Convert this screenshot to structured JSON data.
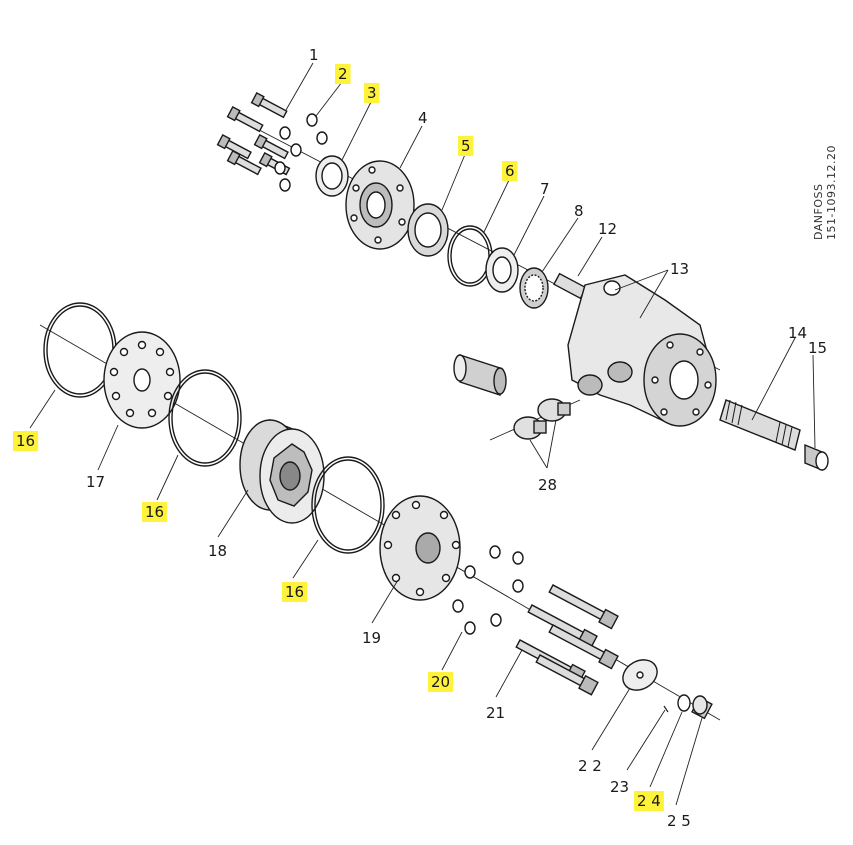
{
  "reference": {
    "brand": "DANFOSS",
    "code": "151-1093.12.20"
  },
  "highlight_color": "#fff23a",
  "callouts": [
    {
      "id": "1",
      "text": "1",
      "highlighted": false
    },
    {
      "id": "2",
      "text": "2",
      "highlighted": true
    },
    {
      "id": "3",
      "text": "3",
      "highlighted": true
    },
    {
      "id": "4",
      "text": "4",
      "highlighted": false
    },
    {
      "id": "5",
      "text": "5",
      "highlighted": true
    },
    {
      "id": "6",
      "text": "6",
      "highlighted": true
    },
    {
      "id": "7",
      "text": "7",
      "highlighted": false
    },
    {
      "id": "8",
      "text": "8",
      "highlighted": false
    },
    {
      "id": "12",
      "text": "12",
      "highlighted": false
    },
    {
      "id": "13",
      "text": "13",
      "highlighted": false
    },
    {
      "id": "14",
      "text": "14",
      "highlighted": false
    },
    {
      "id": "15",
      "text": "15",
      "highlighted": false
    },
    {
      "id": "16a",
      "text": "16",
      "highlighted": true
    },
    {
      "id": "17",
      "text": "17",
      "highlighted": false
    },
    {
      "id": "16b",
      "text": "16",
      "highlighted": true
    },
    {
      "id": "18",
      "text": "18",
      "highlighted": false
    },
    {
      "id": "16c",
      "text": "16",
      "highlighted": true
    },
    {
      "id": "19",
      "text": "19",
      "highlighted": false
    },
    {
      "id": "20",
      "text": "20",
      "highlighted": true
    },
    {
      "id": "21",
      "text": "21",
      "highlighted": false
    },
    {
      "id": "22",
      "text": "2 2",
      "highlighted": false
    },
    {
      "id": "23",
      "text": "23",
      "highlighted": false
    },
    {
      "id": "24",
      "text": "2 4",
      "highlighted": true
    },
    {
      "id": "25",
      "text": "2 5",
      "highlighted": false
    },
    {
      "id": "28",
      "text": "28",
      "highlighted": false
    }
  ]
}
